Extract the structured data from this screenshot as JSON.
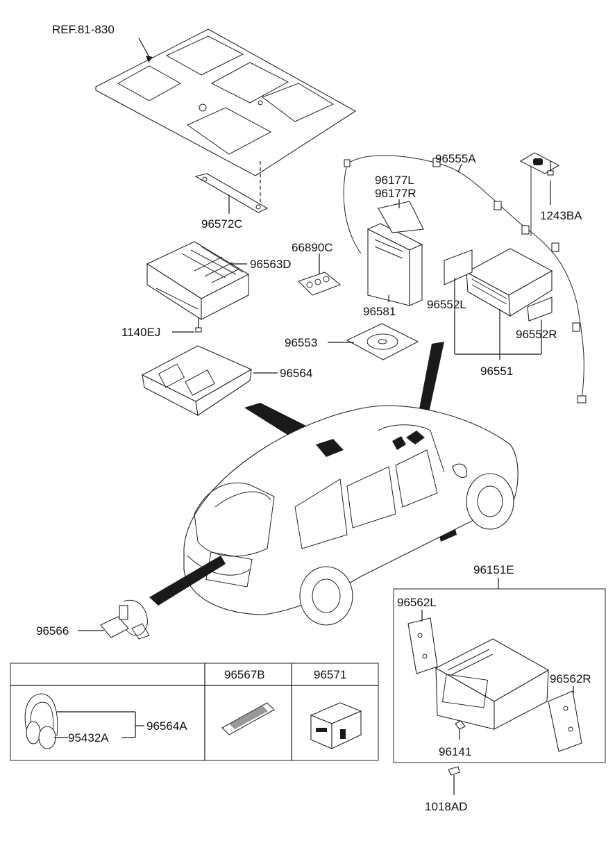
{
  "labels": {
    "ref": "REF.81-830",
    "p96572C": "96572C",
    "p96563D": "96563D",
    "p66890C": "66890C",
    "p1140EJ": "1140EJ",
    "p96564": "96564",
    "p96553": "96553",
    "p96581": "96581",
    "p96177L": "96177L",
    "p96177R": "96177R",
    "p96555A": "96555A",
    "p1243BA": "1243BA",
    "p96552L": "96552L",
    "p96552R": "96552R",
    "p96551": "96551",
    "p96566": "96566",
    "p96151E": "96151E",
    "p96562L": "96562L",
    "p96562R": "96562R",
    "p96141": "96141",
    "p1018AD": "1018AD",
    "p96567B": "96567B",
    "p96571": "96571",
    "p96564A": "96564A",
    "p95432A": "95432A"
  }
}
